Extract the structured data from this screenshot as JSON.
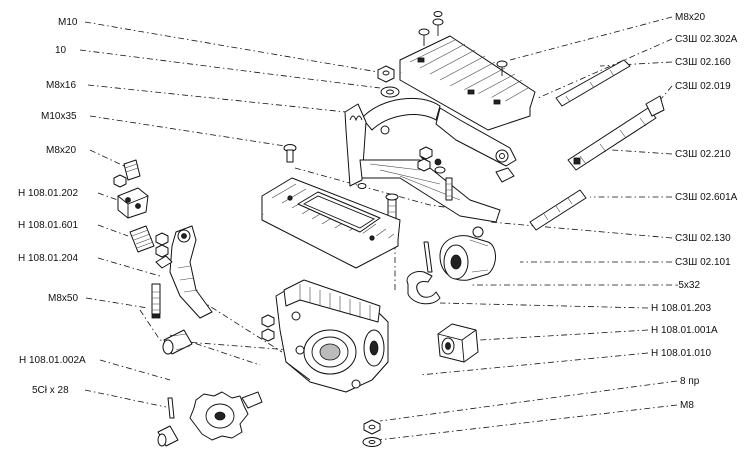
{
  "diagram": {
    "labels_left": [
      {
        "id": "l1",
        "text": "M10"
      },
      {
        "id": "l2",
        "text": "10"
      },
      {
        "id": "l3",
        "text": "M8x16"
      },
      {
        "id": "l4",
        "text": "M10x35"
      },
      {
        "id": "l5",
        "text": "M8x20"
      },
      {
        "id": "l6",
        "text": "Н 108.01.202"
      },
      {
        "id": "l7",
        "text": "Н 108.01.601"
      },
      {
        "id": "l8",
        "text": "Н 108.01.204"
      },
      {
        "id": "l9",
        "text": "M8x50"
      },
      {
        "id": "l10",
        "text": "Н 108.01.002А"
      },
      {
        "id": "l11",
        "text": "5Сł x 28"
      }
    ],
    "labels_right": [
      {
        "id": "r1",
        "text": "M8x20"
      },
      {
        "id": "r2",
        "text": "СЗШ 02.302А"
      },
      {
        "id": "r3",
        "text": "СЗШ 02.160"
      },
      {
        "id": "r4",
        "text": "СЗШ 02.019"
      },
      {
        "id": "r5",
        "text": "СЗШ 02.210"
      },
      {
        "id": "r6",
        "text": "СЗШ 02.601А"
      },
      {
        "id": "r7",
        "text": "СЗШ 02.130"
      },
      {
        "id": "r8",
        "text": "СЗШ 02.101"
      },
      {
        "id": "r9",
        "text": "-5x32"
      },
      {
        "id": "r10",
        "text": "Н 108.01.203"
      },
      {
        "id": "r11",
        "text": "Н 108.01.001А"
      },
      {
        "id": "r12",
        "text": "Н 108.01.010"
      },
      {
        "id": "r13",
        "text": "8 пр"
      },
      {
        "id": "r14",
        "text": "M8"
      }
    ]
  }
}
